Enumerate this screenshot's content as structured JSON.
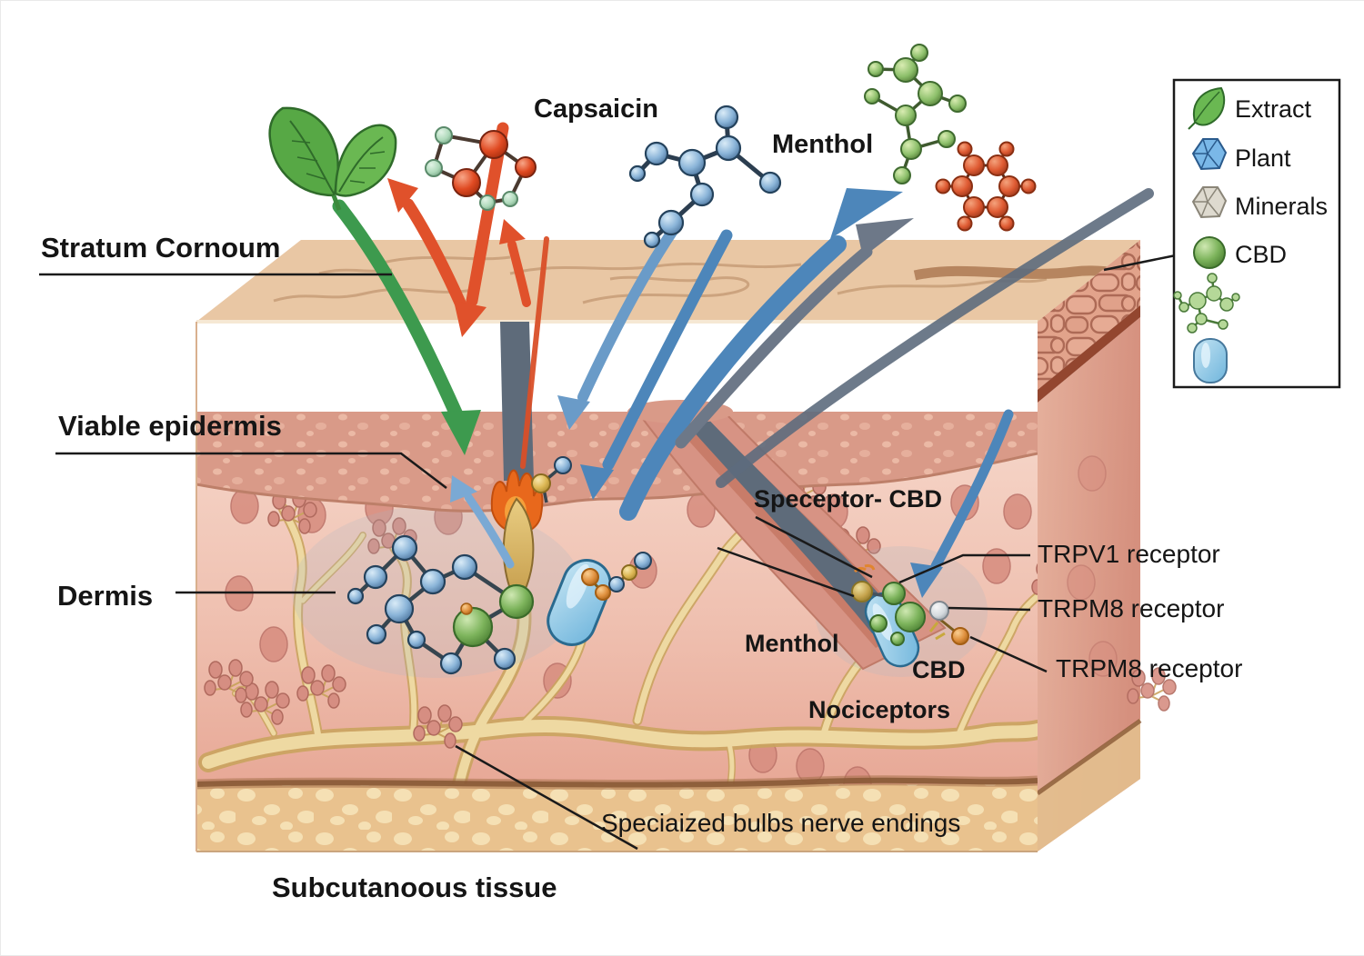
{
  "figure": {
    "description": "Cross-section skin diagram showing penetration of topical compounds to receptors",
    "layer_labels": {
      "stratum_corneum": "Stratum Cornoum",
      "viable_epidermis": "Viable epidermis",
      "dermis": "Dermis",
      "subcutaneous_tissue": "Subcutanoous tissue",
      "nerve_endings": "Speciaized bulbs nerve endings"
    },
    "compound_labels": {
      "capsaicin": "Capsaicin",
      "menthol_top": "Menthol",
      "menthol_dermis": "Menthol",
      "cbd_dermis": "CBD"
    },
    "receptor_labels": {
      "speceptor_cbd": "Speceptor- CBD",
      "trpv1": "TRPV1 receptor",
      "trpm8_upper": "TRPM8 receptor",
      "trpm8_lower": "TRPM8 receptor",
      "nociceptors": "Nociceptors"
    },
    "legend": {
      "items": [
        {
          "icon": "leaf-icon",
          "label": "Extract"
        },
        {
          "icon": "plant-crystal-icon",
          "label": "Plant"
        },
        {
          "icon": "mineral-crystal-icon",
          "label": "Minerals"
        },
        {
          "icon": "cbd-sphere-icon",
          "label": "CBD"
        },
        {
          "icon": "cbd-molecule-icon",
          "label": ""
        },
        {
          "icon": "receptor-capsule-icon",
          "label": ""
        }
      ]
    },
    "colors": {
      "arrow_green": "#3d9a4e",
      "arrow_red": "#e0512b",
      "arrow_blue": "#4d86ba",
      "arrow_light_blue": "#6a9bc8",
      "arrow_gray": "#6d7888",
      "cbd_green": "#6fae57",
      "molecule_blue": "#8abade",
      "molecule_red": "#e04a22",
      "skin_surface": "#e9c7a4",
      "stratum_cells": "#e5a78f",
      "dermis_pink": "#f2cabb",
      "subcutaneous_tan": "#e9c28e",
      "nerve_yellow": "#eed9a2"
    }
  }
}
